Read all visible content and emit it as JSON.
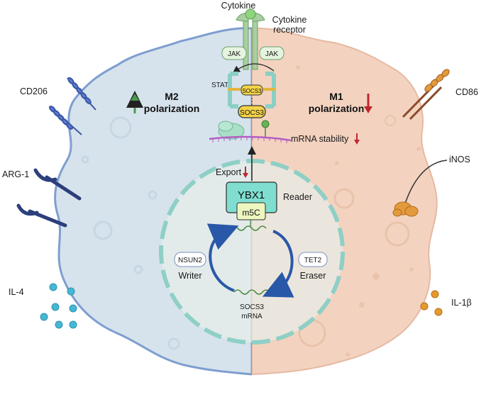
{
  "labels": {
    "cytokine": "Cytokine",
    "cytokine_receptor_1": "Cytokine",
    "cytokine_receptor_2": "receptor",
    "jak_left": "JAK",
    "jak_right": "JAK",
    "stat": "STAT",
    "socs3_small": "SOCS3",
    "socs3_large": "SOCS3",
    "cd206": "CD206",
    "cd86": "CD86",
    "m2_line1": "M2",
    "m2_line2": "polarization",
    "m1_line1": "M1",
    "m1_line2": "polarization",
    "mrna_stability": "mRNA stability",
    "export": "Export",
    "ybx1": "YBX1",
    "reader": "Reader",
    "m5c": "m5C",
    "nsun2": "NSUN2",
    "writer": "Writer",
    "tet2": "TET2",
    "eraser": "Eraser",
    "socs3_mrna_1": "SOCS3",
    "socs3_mrna_2": "mRNA",
    "arg1": "ARG-1",
    "inos": "iNOS",
    "il4": "IL-4",
    "il1b": "IL-1β"
  },
  "colors": {
    "m2_fill": "#d6e3ec",
    "m2_border": "#7f9ed0",
    "m1_fill": "#f3d3c0",
    "m1_border": "#e6b9a2",
    "nucleus_fill": "#e7eeea",
    "nucleus_dash": "#8fcfc6",
    "arrow_up": "#4c9a4c",
    "arrow_down": "#c0272d",
    "receptor_green": "#a7cf9f",
    "ybx1_fill": "#7fded0",
    "blue_receptor": "#2c3f7c",
    "il4_dot": "#45b8d5",
    "il1b_dot": "#e69a2e",
    "inos_fill": "#e29a3d"
  },
  "icons": {
    "m2_up_arrow": "arrow-up-icon",
    "m1_down_arrow": "arrow-down-icon",
    "export_down_arrow": "arrow-down-icon",
    "mrna_down_arrow": "arrow-down-icon"
  }
}
